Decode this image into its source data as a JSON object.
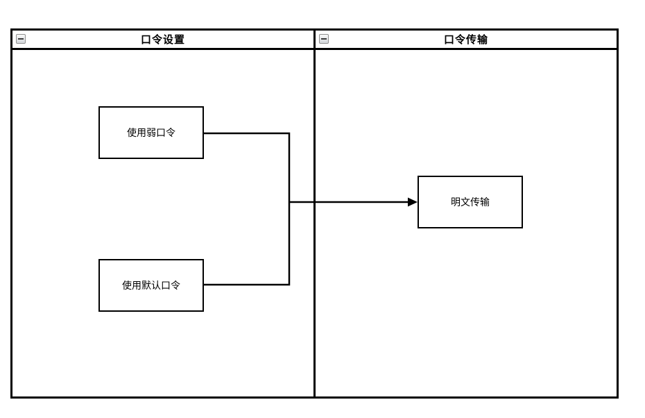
{
  "colors": {
    "background": "#ffffff",
    "line": "#000000",
    "node_fill": "#ffffff",
    "collapse_button_bg": "#e4e7ea",
    "collapse_button_border": "#8f8f8f"
  },
  "icons": {
    "collapse": "minus-icon"
  },
  "lanes": [
    {
      "title": "口令设置"
    },
    {
      "title": "口令传输"
    }
  ],
  "nodes": [
    {
      "label": "使用弱口令"
    },
    {
      "label": "使用默认口令"
    },
    {
      "label": "明文传输"
    }
  ],
  "edges": [
    {
      "from": "使用弱口令",
      "to": "明文传输",
      "style": "merge-arrow"
    },
    {
      "from": "使用默认口令",
      "to": "明文传输",
      "style": "merge-arrow"
    }
  ]
}
